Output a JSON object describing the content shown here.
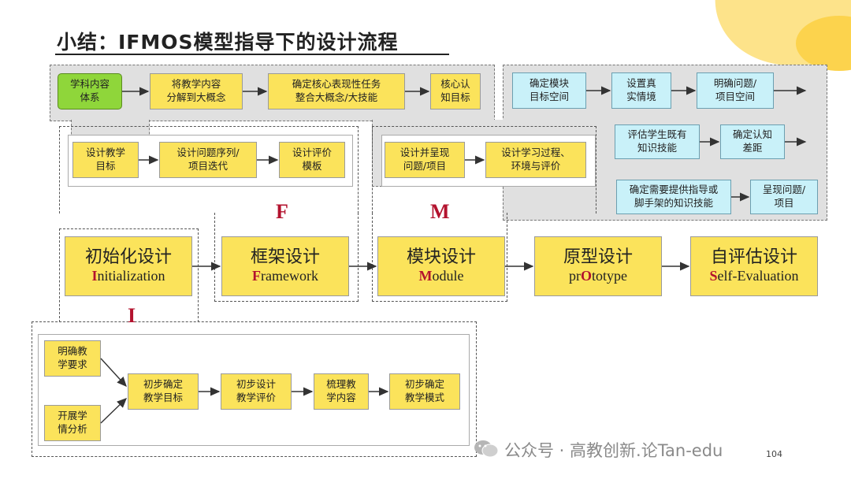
{
  "title": "小结：IFMOS模型指导下的设计流程",
  "page_number": "104",
  "watermark": "公众号 · 高教创新.论Tan-edu",
  "colors": {
    "yellow": "#fbe35b",
    "cyan": "#c9f1f9",
    "green": "#8fd63a",
    "accent_red": "#b3122e",
    "panel_gray": "#e0e0e0"
  },
  "stages": [
    {
      "cn": "初始化设计",
      "en_hl": "I",
      "en_rest": "nitialization",
      "en_pre": ""
    },
    {
      "cn": "框架设计",
      "en_hl": "F",
      "en_rest": "ramework",
      "en_pre": ""
    },
    {
      "cn": "模块设计",
      "en_hl": "M",
      "en_rest": "odule",
      "en_pre": ""
    },
    {
      "cn": "原型设计",
      "en_pre": "pr",
      "en_hl": "O",
      "en_rest": "totype"
    },
    {
      "cn": "自评估设计",
      "en_hl": "S",
      "en_rest": "elf-Evaluation",
      "en_pre": ""
    }
  ],
  "letters": {
    "f": "F",
    "m": "M",
    "i": "I"
  },
  "top_left_chain": [
    "学科内容\n体系",
    "将教学内容\n分解到大概念",
    "确定核心表现性任务\n整合大概念/大技能",
    "核心认\n知目标"
  ],
  "framework_chain": [
    "设计教学\n目标",
    "设计问题序列/\n项目迭代",
    "设计评价\n模板"
  ],
  "module_chain": [
    "设计并呈现\n问题/项目",
    "设计学习过程、\n环境与评价"
  ],
  "right_panel": {
    "row1": [
      "确定模块\n目标空间",
      "设置真\n实情境",
      "明确问题/\n项目空间"
    ],
    "row2": [
      "评估学生既有\n知识技能",
      "确定认知\n差距"
    ],
    "row3": [
      "确定需要提供指导或\n脚手架的知识技能",
      "呈现问题/\n项目"
    ]
  },
  "init_detail": {
    "inputs": [
      "明确教\n学要求",
      "开展学\n情分析"
    ],
    "chain": [
      "初步确定\n教学目标",
      "初步设计\n教学评价",
      "梳理教\n学内容",
      "初步确定\n教学模式"
    ]
  }
}
